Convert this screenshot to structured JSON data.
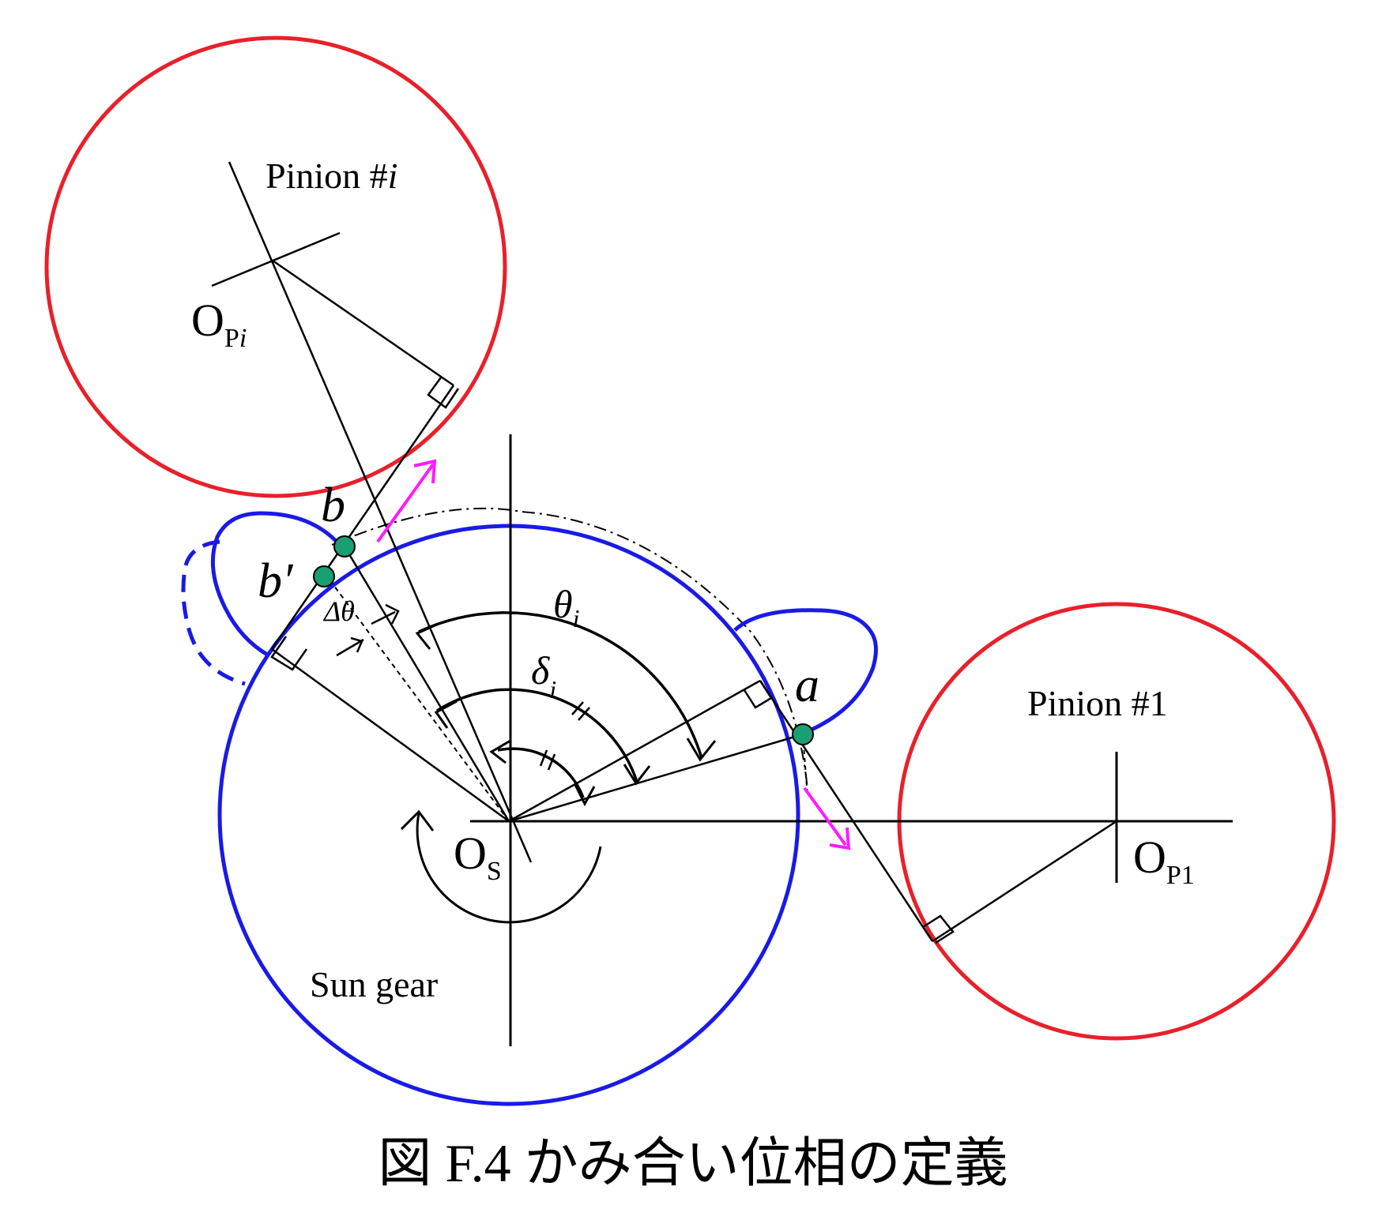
{
  "figure": {
    "caption": "図 F.4  かみ合い位相の定義"
  },
  "labels": {
    "pinion_i": "Pinion #",
    "pinion_i_italic": "i",
    "pinion_1": "Pinion #1",
    "sun_gear": "Sun gear",
    "o_pi_main": "O",
    "o_pi_sub": "P",
    "o_pi_sub_italic": "i",
    "o_s_main": "O",
    "o_s_sub": "S",
    "o_p1_main": "O",
    "o_p1_sub": "P1",
    "point_a": "a",
    "point_b": "b",
    "point_b_prime": "b′",
    "theta_i_main": "θ",
    "theta_i_sub": "i",
    "delta_i_main": "δ",
    "delta_i_sub": "i",
    "delta_theta": "Δθ"
  },
  "colors": {
    "pinion": "#e8202a",
    "sun_gear": "#1a1ae6",
    "contact_point": "#1a9e74",
    "velocity_arrow": "#ff1aff",
    "line": "#000000"
  }
}
